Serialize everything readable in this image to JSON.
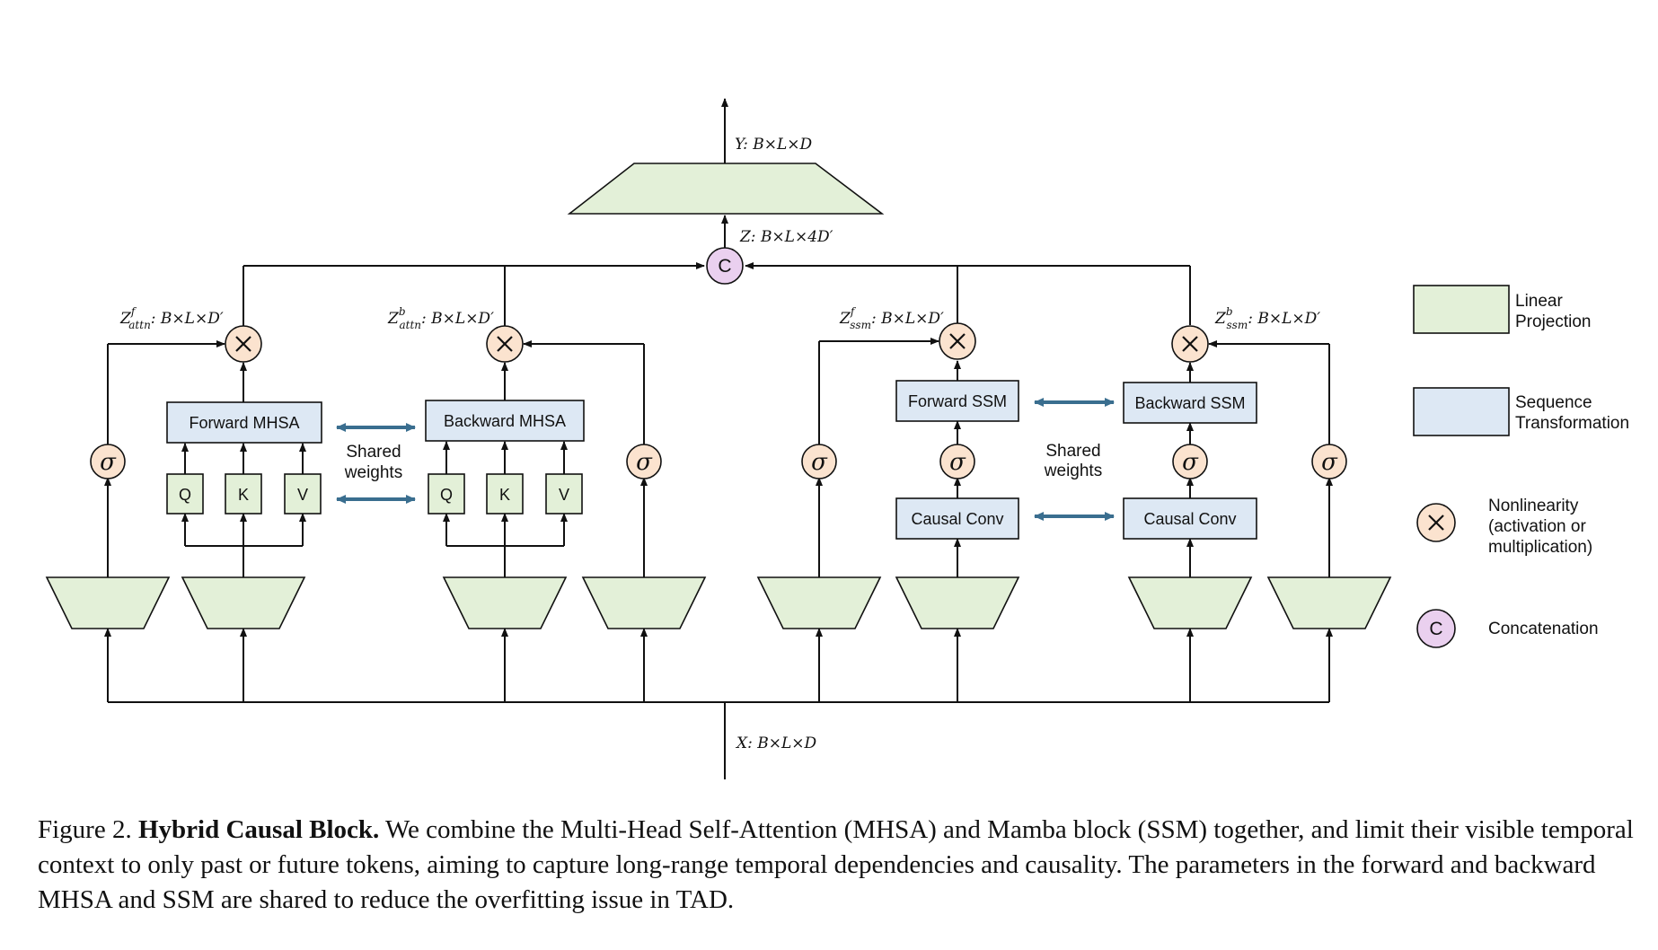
{
  "labels": {
    "output": "Y: B×L×D",
    "concat_out": "Z: B×L×4D′",
    "input": "X: B×L×D",
    "z_attn_f": {
      "base": "Z",
      "sup": "f",
      "sub": "attn",
      "rest": ": B×L×D′"
    },
    "z_attn_b": {
      "base": "Z",
      "sup": "b",
      "sub": "attn",
      "rest": ": B×L×D′"
    },
    "z_ssm_f": {
      "base": "Z",
      "sup": "f",
      "sub": "ssm",
      "rest": ": B×L×D′"
    },
    "z_ssm_b": {
      "base": "Z",
      "sup": "b",
      "sub": "ssm",
      "rest": ": B×L×D′"
    }
  },
  "boxes": {
    "forward_mhsa": "Forward MHSA",
    "backward_mhsa": "Backward MHSA",
    "forward_ssm": "Forward SSM",
    "backward_ssm": "Backward SSM",
    "causal_conv_f": "Causal Conv",
    "causal_conv_b": "Causal Conv",
    "q": "Q",
    "k": "K",
    "v": "V"
  },
  "shared": {
    "line1": "Shared",
    "line2": "weights"
  },
  "symbols": {
    "sigma": "σ",
    "times": "×",
    "concat": "C"
  },
  "legend": {
    "linear": [
      "Linear",
      "Projection"
    ],
    "sequence": [
      "Sequence",
      "Transformation"
    ],
    "nonlinearity": [
      "Nonlinearity",
      "(activation or",
      "multiplication)"
    ],
    "concatenation": "Concatenation"
  },
  "caption": {
    "prefix": "Figure 2. ",
    "title": "Hybrid Causal Block.",
    "body": " We combine the Multi-Head Self-Attention (MHSA) and Mamba block (SSM) together, and limit their visible temporal context to only past or future tokens, aiming to capture long-range temporal dependencies and causality. The parameters in the forward and backward MHSA and SSM are shared to reduce the overfitting issue in TAD."
  },
  "colors": {
    "linear_fill": "#e3f0d8",
    "sequence_fill": "#dde8f4",
    "nonlinearity_fill": "#fbe3cf",
    "concat_fill": "#ead0ef",
    "shared_arrow": "#3a6e8f"
  }
}
